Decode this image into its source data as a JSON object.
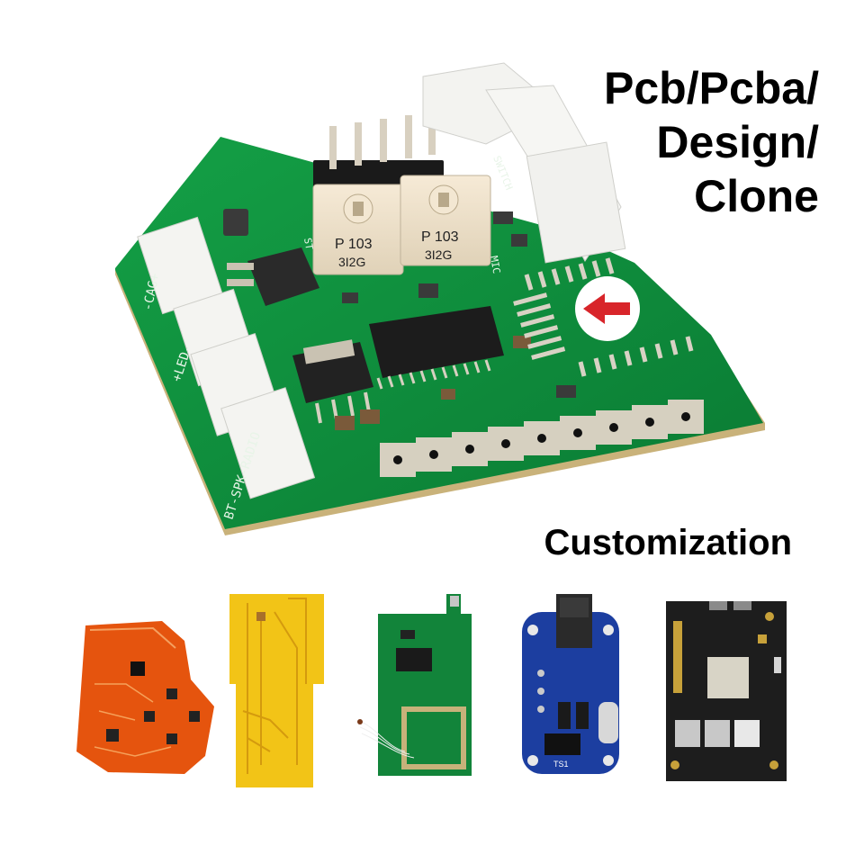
{
  "headline": {
    "line1": "Pcb/Pcba/",
    "line2": "Design/",
    "line3": "Clone"
  },
  "subheading": "Customization",
  "board": {
    "silkscreen_left": "-CAG+",
    "silkscreen_led": "+LED-",
    "silkscreen_bt": "BT-SPK-RADIO",
    "silkscreen_switch": "SWITCH",
    "silkscreen_st": "ST",
    "silkscreen_mic": "MIC",
    "pot_label_1": "P 103",
    "pot_label_2": "P 103",
    "pot_code_1": "3I2G",
    "pot_code_2": "3I2G"
  },
  "thumb_labels": {
    "blue_ts1": "TS1"
  },
  "colors": {
    "pcb_green": "#0c8a3a",
    "flex_orange": "#e8560f",
    "flex_yellow": "#f2c417",
    "pcb_blue": "#1a3a9a",
    "pcb_black": "#1a1a1a"
  }
}
